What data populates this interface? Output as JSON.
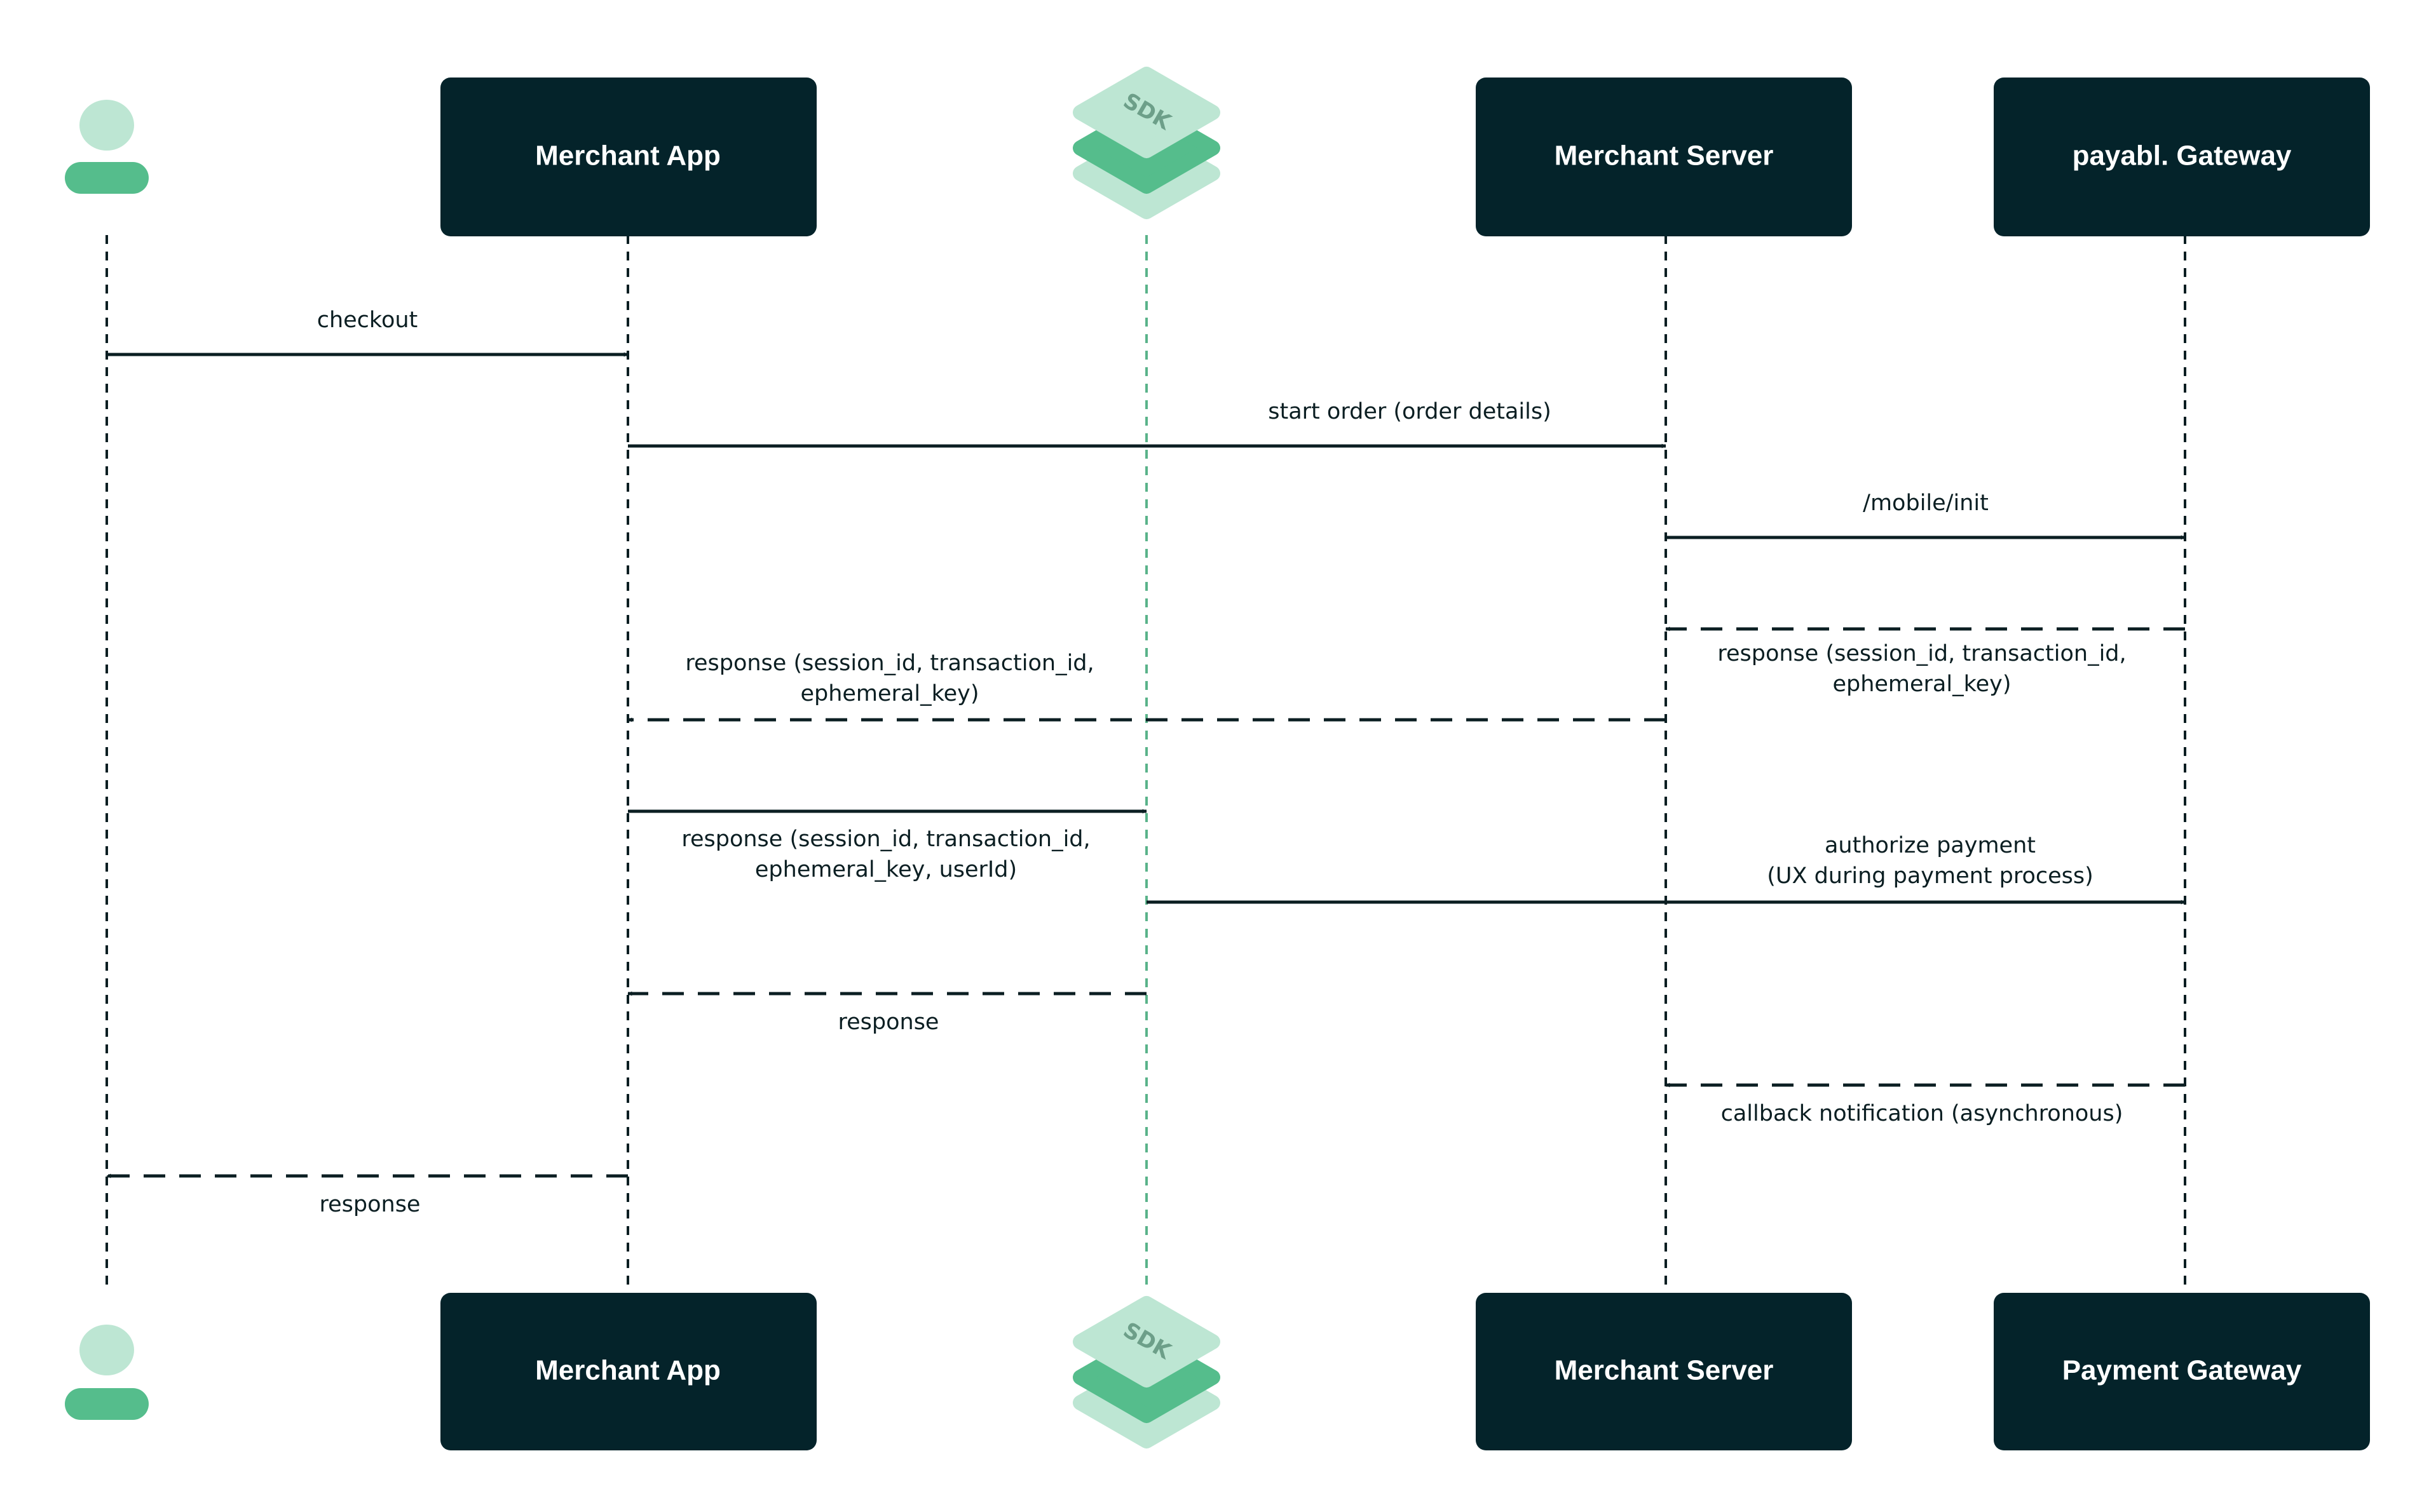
{
  "colors": {
    "box_fill": "#04232a",
    "box_text": "#ffffff",
    "line": "#0b1e22",
    "sdk_line": "#5ab38a",
    "accent_light": "#bde6d3",
    "accent_mid": "#55bd8c",
    "sdk_text": "#6d9f89",
    "background": "#ffffff"
  },
  "participants": {
    "user": {
      "icon": "user-icon"
    },
    "merchant_app": {
      "top_label": "Merchant App",
      "bottom_label": "Merchant App"
    },
    "sdk": {
      "icon": "sdk-stack-icon",
      "badge": "SDK"
    },
    "merchant_server": {
      "top_label": "Merchant Server",
      "bottom_label": "Merchant Server"
    },
    "gateway": {
      "top_label": "payabl. Gateway",
      "bottom_label": "Payment Gateway"
    }
  },
  "messages": [
    {
      "from": "user",
      "to": "merchant_app",
      "style": "solid",
      "lines": [
        "checkout"
      ]
    },
    {
      "from": "merchant_app",
      "to": "merchant_server",
      "style": "solid",
      "lines": [
        "start order (order details)"
      ]
    },
    {
      "from": "merchant_server",
      "to": "gateway",
      "style": "solid",
      "lines": [
        "/mobile/init"
      ]
    },
    {
      "from": "gateway",
      "to": "merchant_server",
      "style": "dashed",
      "lines": [
        "response (session_id, transaction_id,",
        "ephemeral_key)"
      ]
    },
    {
      "from": "merchant_server",
      "to": "merchant_app",
      "style": "dashed",
      "lines": [
        "response (session_id, transaction_id,",
        "ephemeral_key)"
      ]
    },
    {
      "from": "merchant_app",
      "to": "sdk",
      "style": "solid",
      "lines": [
        "response (session_id, transaction_id,",
        "ephemeral_key, userId)"
      ]
    },
    {
      "from": "sdk",
      "to": "gateway",
      "style": "solid",
      "lines": [
        "authorize payment",
        "(UX during payment process)"
      ]
    },
    {
      "from": "sdk",
      "to": "merchant_app",
      "style": "dashed",
      "lines": [
        "response"
      ]
    },
    {
      "from": "gateway",
      "to": "merchant_server",
      "style": "dashed",
      "lines": [
        "callback notification (asynchronous)"
      ]
    },
    {
      "from": "merchant_app",
      "to": "user",
      "style": "dashed",
      "lines": [
        "response"
      ]
    }
  ]
}
